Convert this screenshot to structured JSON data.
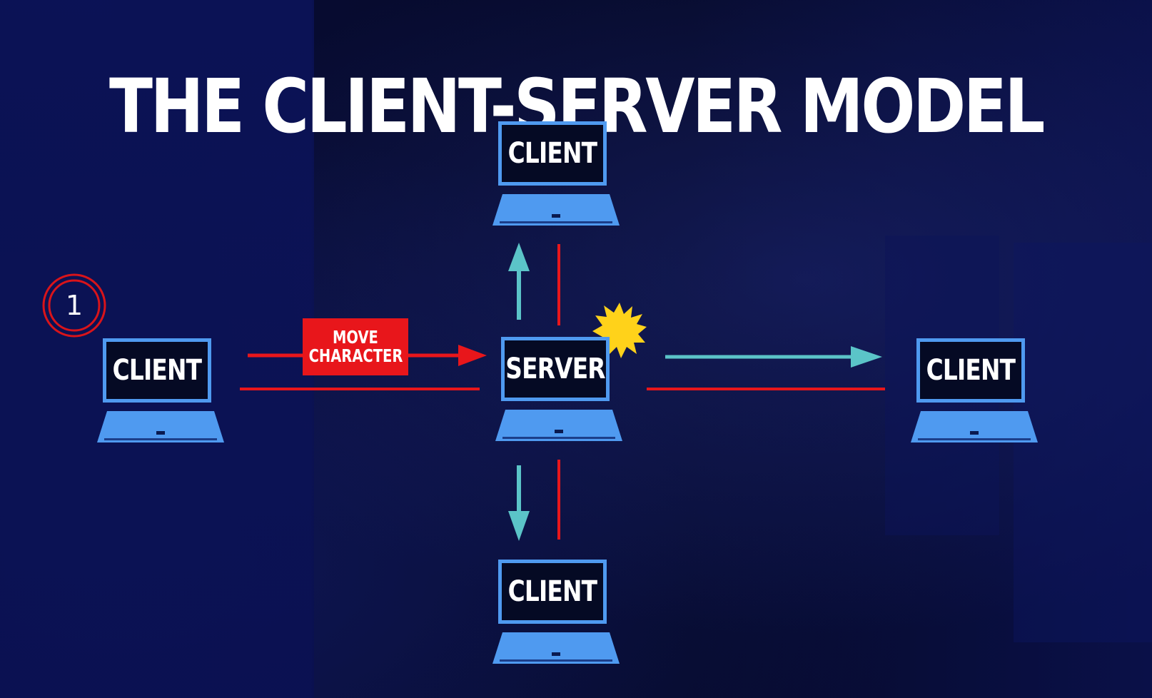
{
  "title": "THE CLIENT-SERVER MODEL",
  "step_badge": "1",
  "message": {
    "line1": "MOVE",
    "line2": "CHARACTER"
  },
  "nodes": {
    "client_left": "CLIENT",
    "client_top": "CLIENT",
    "server": "SERVER",
    "client_right": "CLIENT",
    "client_bottom": "CLIENT"
  },
  "colors": {
    "background": "#080e3a",
    "laptop_blue": "#4f9af0",
    "request_red": "#e8161b",
    "broadcast_teal": "#5bc4c8",
    "burst_yellow": "#ffd21a"
  }
}
